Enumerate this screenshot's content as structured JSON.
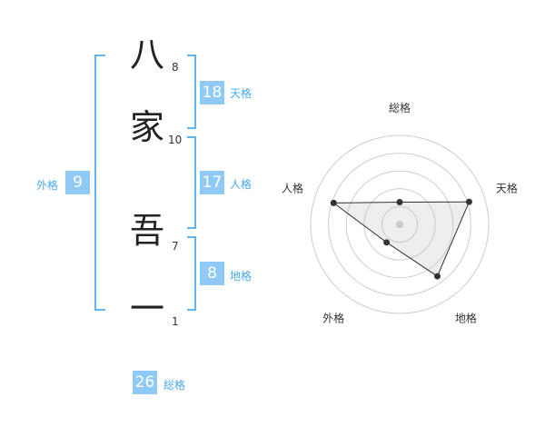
{
  "name": {
    "chars": [
      {
        "char": "八",
        "strokes": "8"
      },
      {
        "char": "家",
        "strokes": "10"
      },
      {
        "char": "吾",
        "strokes": "7"
      },
      {
        "char": "一",
        "strokes": "1"
      }
    ]
  },
  "kakusu": {
    "tenkaku": {
      "value": "18",
      "label": "天格"
    },
    "jinkaku": {
      "value": "17",
      "label": "人格"
    },
    "chikaku": {
      "value": "8",
      "label": "地格"
    },
    "gaikaku": {
      "value": "9",
      "label": "外格"
    },
    "soukaku": {
      "value": "26",
      "label": "総格"
    }
  },
  "colors": {
    "accent": "#5fb6f2",
    "box": "#8fc9f5",
    "label": "#4aa8ec"
  },
  "chart_data": {
    "type": "radar",
    "axes": [
      "総格",
      "天格",
      "地格",
      "外格",
      "人格"
    ],
    "values": [
      0.25,
      0.82,
      0.72,
      0.25,
      0.78
    ],
    "max": 1,
    "rings": 5
  }
}
